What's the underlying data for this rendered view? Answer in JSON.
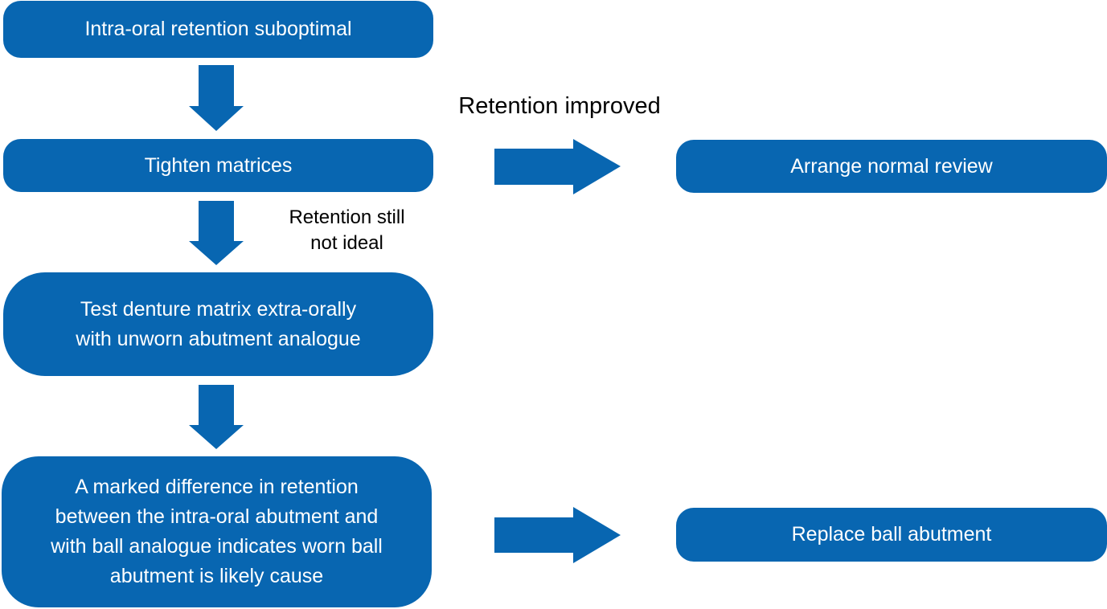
{
  "colors": {
    "box_fill": "#0866b1",
    "box_text": "#ffffff",
    "arrow_fill": "#0866b1",
    "label_text": "#000000",
    "background": "#ffffff"
  },
  "nodes": {
    "suboptimal": "Intra-oral retention suboptimal",
    "tighten": "Tighten matrices",
    "test": "Test denture matrix extra-orally with unworn abutment analogue",
    "difference": "A marked difference in retention between the intra-oral abutment and with ball analogue indicates worn ball abutment is likely cause",
    "review": "Arrange normal review",
    "replace": "Replace ball abutment"
  },
  "labels": {
    "retention_improved": "Retention improved",
    "still_not_ideal": "Retention still not ideal"
  }
}
